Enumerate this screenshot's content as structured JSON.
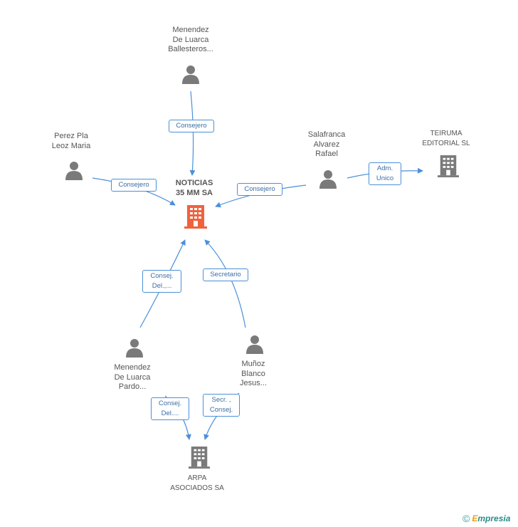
{
  "nodes": {
    "center": {
      "name": "NOTICIAS\n35 MM SA",
      "color": "#f0623c"
    },
    "top_person": {
      "name": "Menendez\nDe Luarca\nBallesteros..."
    },
    "left_person": {
      "name": "Perez Pla\nLeoz Maria"
    },
    "right_person": {
      "name": "Salafranca\nAlvarez\nRafael"
    },
    "teiruma": {
      "name": "TEIRUMA\nEDITORIAL  SL"
    },
    "pardo_person": {
      "name": "Menendez\nDe Luarca\nPardo..."
    },
    "munoz_person": {
      "name": "Muñoz\nBlanco\nJesus..."
    },
    "arpa": {
      "name": "ARPA\nASOCIADOS SA"
    }
  },
  "edges": {
    "top": "Consejero",
    "left": "Consejero",
    "right": "Consejero",
    "adm": "Adm.\nUnico",
    "pardo_center": "Consej.\nDel.,...",
    "munoz_center": "Secretario",
    "pardo_arpa": "Consej.\nDel....",
    "munoz_arpa": "Secr. ,\nConsej."
  },
  "colors": {
    "edge": "#4a90d9",
    "icon": "#7a7a7a",
    "highlight": "#f0623c"
  },
  "brand": {
    "symbol": "©",
    "first_letter": "E",
    "rest": "mpresia"
  }
}
